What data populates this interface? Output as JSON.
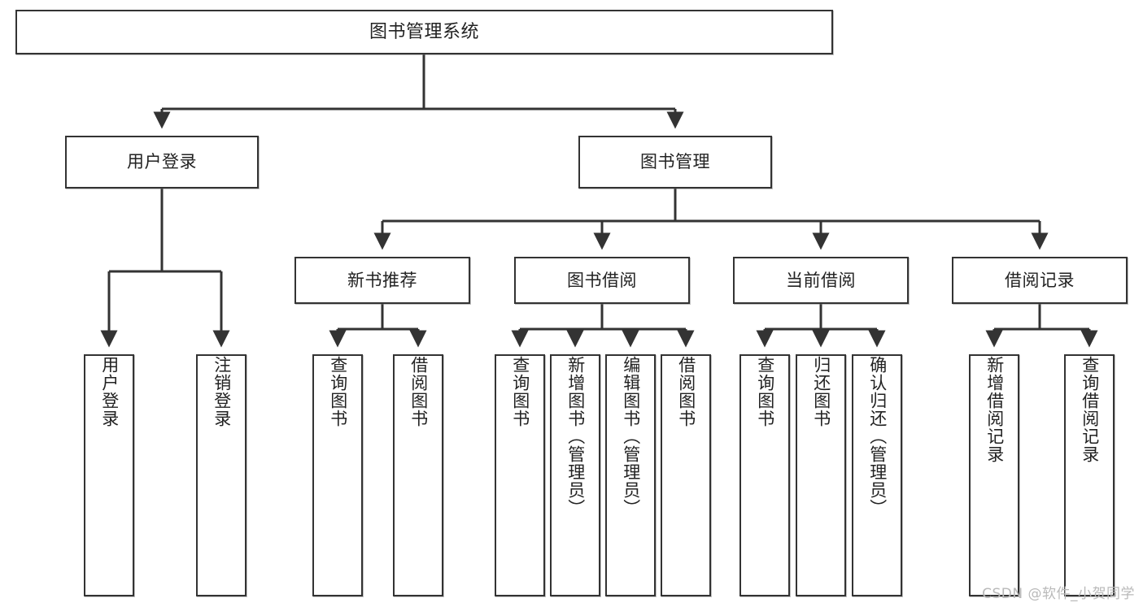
{
  "diagram": {
    "type": "tree-hierarchy",
    "title": "图书管理系统",
    "watermark": "CSDN @软件_小贺同学",
    "colors": {
      "box_border": "#333333",
      "box_fill": "#ffffff",
      "connector": "#333333",
      "text": "#222222",
      "watermark": "#b9b9b9",
      "background": "#ffffff"
    },
    "nodes": {
      "root": {
        "label": "图书管理系统"
      },
      "level2": [
        {
          "id": "user-login",
          "label": "用户登录"
        },
        {
          "id": "book-management",
          "label": "图书管理"
        }
      ],
      "level3": [
        {
          "id": "new-book-recommend",
          "label": "新书推荐"
        },
        {
          "id": "book-borrow",
          "label": "图书借阅"
        },
        {
          "id": "current-borrow",
          "label": "当前借阅"
        },
        {
          "id": "borrow-record",
          "label": "借阅记录"
        }
      ],
      "leaves": {
        "user-login": [
          {
            "id": "leaf-user-login",
            "label": "用户登录"
          },
          {
            "id": "leaf-logout-login",
            "label": "注销登录"
          }
        ],
        "new-book-recommend": [
          {
            "id": "leaf-query-book-1",
            "label": "查询图书"
          },
          {
            "id": "leaf-borrow-book-1",
            "label": "借阅图书"
          }
        ],
        "book-borrow": [
          {
            "id": "leaf-query-book-2",
            "label": "查询图书"
          },
          {
            "id": "leaf-add-book",
            "label": "新增图书（管理员）"
          },
          {
            "id": "leaf-edit-book",
            "label": "编辑图书（管理员）"
          },
          {
            "id": "leaf-borrow-book-2",
            "label": "借阅图书"
          }
        ],
        "current-borrow": [
          {
            "id": "leaf-query-book-3",
            "label": "查询图书"
          },
          {
            "id": "leaf-return-book",
            "label": "归还图书"
          },
          {
            "id": "leaf-confirm-return",
            "label": "确认归还（管理员）"
          }
        ],
        "borrow-record": [
          {
            "id": "leaf-add-record",
            "label": "新增借阅记录"
          },
          {
            "id": "leaf-query-record",
            "label": "查询借阅记录"
          }
        ]
      }
    }
  }
}
